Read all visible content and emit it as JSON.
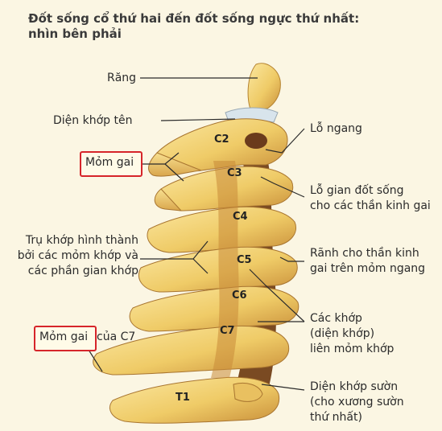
{
  "title": {
    "line1": "Đốt sống cổ thứ hai đến đốt sống ngực thứ nhất:",
    "line2": "nhìn bên phải"
  },
  "labels": {
    "rang": "Răng",
    "dien_khop_ten": "Diện khớp tên",
    "mom_gai": "Mỏm gai",
    "tru_khop_1": "Trụ khớp hình thành",
    "tru_khop_2": "bởi các mỏm khớp và",
    "tru_khop_3": "các phần gian khớp",
    "mom_gai_c7_highlight": "Mỏm gai",
    "mom_gai_c7_suffix": "của C7",
    "lo_ngang": "Lỗ ngang",
    "lo_gian_1": "Lỗ gian đốt sống",
    "lo_gian_2": "cho các thần kinh gai",
    "ranh_1": "Rãnh cho thần kinh",
    "ranh_2": "gai trên mỏm ngang",
    "cac_khop_1": "Các khớp",
    "cac_khop_2": "(diện khớp)",
    "cac_khop_3": "liên mỏm khớp",
    "dien_khop_suon_1": "Diện khớp sườn",
    "dien_khop_suon_2": "(cho xương sườn",
    "dien_khop_suon_3": "thứ nhất)"
  },
  "vertebrae": [
    "C2",
    "C3",
    "C4",
    "C5",
    "C6",
    "C7",
    "T1"
  ],
  "colors": {
    "bone": "#f0cf6e",
    "bone_shadow": "#c7913a",
    "bone_dark": "#6b3b1c",
    "highlight_box": "#d6252a",
    "leader_line": "#2b2b2b"
  }
}
